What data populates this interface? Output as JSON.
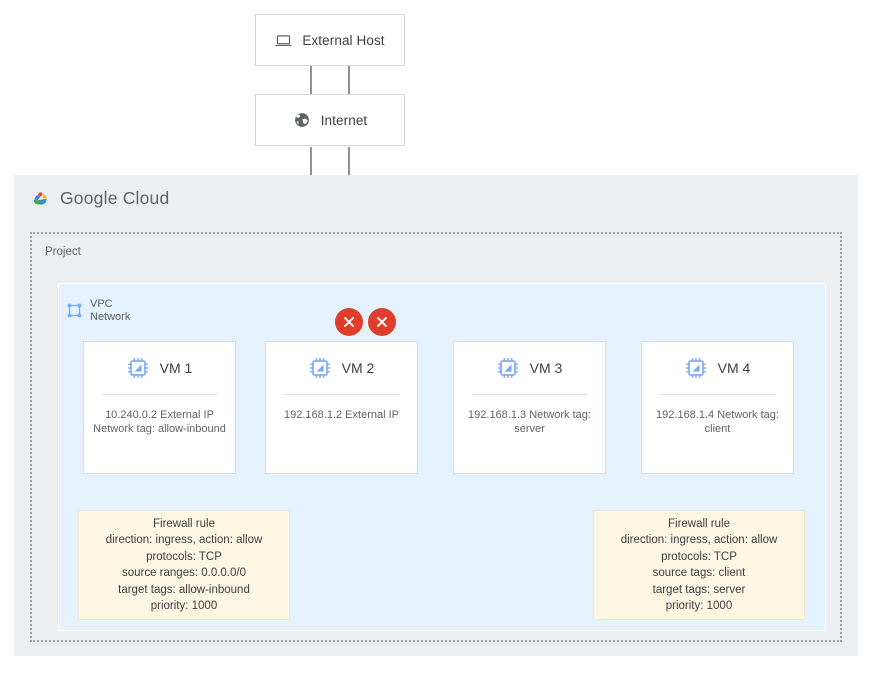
{
  "diagram": {
    "title": "Google Cloud VPC firewall rules diagram",
    "colors": {
      "shell_bg": "#eceff1",
      "vpc_bg": "#e3f2fd",
      "firewall_bg": "#fdf6e3",
      "deny_marker": "#e03e2d",
      "wire": "#5f6368",
      "vm_icon": "#7baaf7"
    }
  },
  "external": {
    "host": {
      "label": "External Host",
      "icon": "laptop-icon"
    },
    "internet": {
      "label": "Internet",
      "icon": "globe-icon"
    }
  },
  "cloud": {
    "brand": {
      "google": "Google",
      "cloud": "Cloud",
      "icon": "google-cloud-logo"
    },
    "project": {
      "label": "Project"
    },
    "vpc": {
      "line1": "VPC",
      "line2": "Network",
      "icon": "vpc-network-icon"
    }
  },
  "vms": [
    {
      "name": "VM 1",
      "icon": "cpu-chip-icon",
      "meta": "10.240.0.2\nExternal IP\nNetwork tag: allow-inbound",
      "ip": "10.240.0.2",
      "ip_type": "External IP",
      "network_tag": "allow-inbound"
    },
    {
      "name": "VM 2",
      "icon": "cpu-chip-icon",
      "meta": "192.168.1.2\nExternal IP",
      "ip": "192.168.1.2",
      "ip_type": "External IP",
      "network_tag": ""
    },
    {
      "name": "VM 3",
      "icon": "cpu-chip-icon",
      "meta": "192.168.1.3\nNetwork tag: server",
      "ip": "192.168.1.3",
      "ip_type": "",
      "network_tag": "server"
    },
    {
      "name": "VM 4",
      "icon": "cpu-chip-icon",
      "meta": "192.168.1.4\nNetwork tag: client",
      "ip": "192.168.1.4",
      "ip_type": "",
      "network_tag": "client"
    }
  ],
  "firewall_rules": [
    {
      "title": "Firewall rule",
      "body": "Firewall rule\ndirection: ingress, action: allow\nprotocols: TCP\nsource ranges: 0.0.0.0/0\ntarget tags: allow-inbound\npriority: 1000",
      "direction": "ingress",
      "action": "allow",
      "protocols": "TCP",
      "source_ranges": "0.0.0.0/0",
      "target_tags": "allow-inbound",
      "priority": "1000"
    },
    {
      "title": "Firewall rule",
      "body": "Firewall rule\ndirection: ingress, action: allow\nprotocols: TCP\nsource tags: client\ntarget tags: server\npriority: 1000",
      "direction": "ingress",
      "action": "allow",
      "protocols": "TCP",
      "source_tags": "client",
      "target_tags": "server",
      "priority": "1000"
    }
  ],
  "markers": [
    {
      "name": "deny-marker-vm2",
      "symbol": "x"
    },
    {
      "name": "deny-marker-vm3",
      "symbol": "x"
    }
  ]
}
